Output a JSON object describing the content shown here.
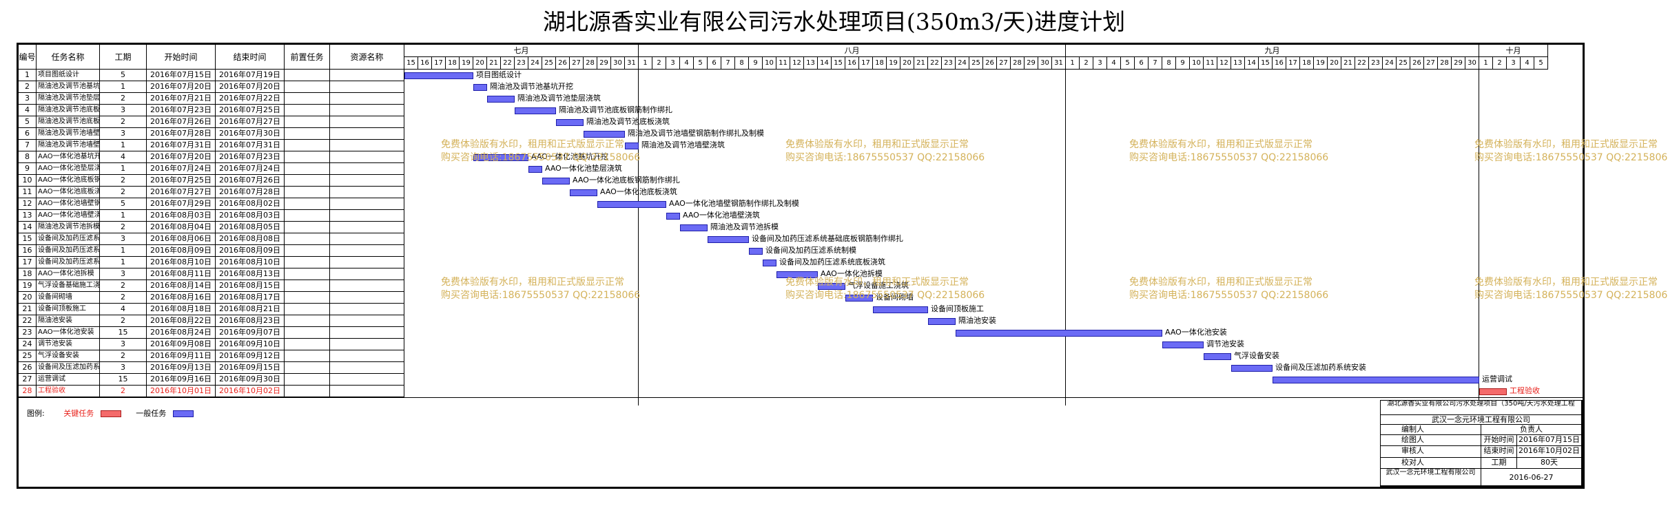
{
  "title": "湖北源香实业有限公司污水处理项目(350m3/天)进度计划",
  "headers": [
    "编号",
    "任务名称",
    "工期",
    "开始时间",
    "结束时间",
    "前置任务",
    "资源名称"
  ],
  "months": [
    {
      "label": "七月",
      "days": [
        15,
        16,
        17,
        18,
        19,
        20,
        21,
        22,
        23,
        24,
        25,
        26,
        27,
        28,
        29,
        30,
        31
      ]
    },
    {
      "label": "八月",
      "days": [
        1,
        2,
        3,
        4,
        5,
        6,
        7,
        8,
        9,
        10,
        11,
        12,
        13,
        14,
        15,
        16,
        17,
        18,
        19,
        20,
        21,
        22,
        23,
        24,
        25,
        26,
        27,
        28,
        29,
        30,
        31
      ]
    },
    {
      "label": "九月",
      "days": [
        1,
        2,
        3,
        4,
        5,
        6,
        7,
        8,
        9,
        10,
        11,
        12,
        13,
        14,
        15,
        16,
        17,
        18,
        19,
        20,
        21,
        22,
        23,
        24,
        25,
        26,
        27,
        28,
        29,
        30
      ]
    },
    {
      "label": "十月",
      "days": [
        1,
        2,
        3,
        4,
        5
      ]
    }
  ],
  "tasks": [
    {
      "id": "1",
      "name": "项目图纸设计",
      "dur": "5",
      "start": "2016年07月15日",
      "end": "2016年07月19日",
      "bar": "项目图纸设计",
      "critical": false
    },
    {
      "id": "2",
      "name": "隔油池及调节池基坑开挖",
      "dur": "1",
      "start": "2016年07月20日",
      "end": "2016年07月20日",
      "bar": "隔油池及调节池基坑开挖",
      "critical": false
    },
    {
      "id": "3",
      "name": "隔油池及调节池垫层浇筑",
      "dur": "2",
      "start": "2016年07月21日",
      "end": "2016年07月22日",
      "bar": "隔油池及调节池垫层浇筑",
      "critical": false
    },
    {
      "id": "4",
      "name": "隔油池及调节池底板钢筋制作绑扎",
      "dur": "3",
      "start": "2016年07月23日",
      "end": "2016年07月25日",
      "bar": "隔油池及调节池底板钢筋制作绑扎",
      "critical": false
    },
    {
      "id": "5",
      "name": "隔油池及调节池底板浇筑",
      "dur": "2",
      "start": "2016年07月26日",
      "end": "2016年07月27日",
      "bar": "隔油池及调节池底板浇筑",
      "critical": false
    },
    {
      "id": "6",
      "name": "隔油池及调节池墙壁钢筋制作绑扎及制模",
      "dur": "3",
      "start": "2016年07月28日",
      "end": "2016年07月30日",
      "bar": "隔油池及调节池墙壁钢筋制作绑扎及制模",
      "critical": false
    },
    {
      "id": "7",
      "name": "隔油池及调节池墙壁浇筑",
      "dur": "1",
      "start": "2016年07月31日",
      "end": "2016年07月31日",
      "bar": "隔油池及调节池墙壁浇筑",
      "critical": false
    },
    {
      "id": "8",
      "name": "AAO一体化池基坑开挖",
      "dur": "4",
      "start": "2016年07月20日",
      "end": "2016年07月23日",
      "bar": "AAO一体化池基坑开挖",
      "critical": false
    },
    {
      "id": "9",
      "name": "AAO一体化池垫层浇筑",
      "dur": "1",
      "start": "2016年07月24日",
      "end": "2016年07月24日",
      "bar": "AAO一体化池垫层浇筑",
      "critical": false
    },
    {
      "id": "10",
      "name": "AAO一体化池底板钢筋制作绑扎",
      "dur": "2",
      "start": "2016年07月25日",
      "end": "2016年07月26日",
      "bar": "AAO一体化池底板钢筋制作绑扎",
      "critical": false
    },
    {
      "id": "11",
      "name": "AAO一体化池底板浇筑",
      "dur": "2",
      "start": "2016年07月27日",
      "end": "2016年07月28日",
      "bar": "AAO一体化池底板浇筑",
      "critical": false
    },
    {
      "id": "12",
      "name": "AAO一体化池墙壁钢筋制作绑扎及制模",
      "dur": "5",
      "start": "2016年07月29日",
      "end": "2016年08月02日",
      "bar": "AAO一体化池墙壁钢筋制作绑扎及制模",
      "critical": false
    },
    {
      "id": "13",
      "name": "AAO一体化池墙壁浇筑",
      "dur": "1",
      "start": "2016年08月03日",
      "end": "2016年08月03日",
      "bar": "AAO一体化池墙壁浇筑",
      "critical": false
    },
    {
      "id": "14",
      "name": "隔油池及调节池拆模",
      "dur": "2",
      "start": "2016年08月04日",
      "end": "2016年08月05日",
      "bar": "隔油池及调节池拆模",
      "critical": false
    },
    {
      "id": "15",
      "name": "设备间及加药压滤系统基础底板钢筋制作绑扎",
      "dur": "3",
      "start": "2016年08月06日",
      "end": "2016年08月08日",
      "bar": "设备间及加药压滤系统基础底板钢筋制作绑扎",
      "critical": false
    },
    {
      "id": "16",
      "name": "设备间及加药压滤系统制模",
      "dur": "1",
      "start": "2016年08月09日",
      "end": "2016年08月09日",
      "bar": "设备间及加药压滤系统制模",
      "critical": false
    },
    {
      "id": "17",
      "name": "设备间及加药压滤系统底板浇筑",
      "dur": "1",
      "start": "2016年08月10日",
      "end": "2016年08月10日",
      "bar": "设备间及加药压滤系统底板浇筑",
      "critical": false
    },
    {
      "id": "18",
      "name": "AAO一体化池拆模",
      "dur": "3",
      "start": "2016年08月11日",
      "end": "2016年08月13日",
      "bar": "AAO一体化池拆模",
      "critical": false
    },
    {
      "id": "19",
      "name": "气浮设备基础施工浇筑",
      "dur": "2",
      "start": "2016年08月14日",
      "end": "2016年08月15日",
      "bar": "气浮设备施工浇筑",
      "critical": false
    },
    {
      "id": "20",
      "name": "设备间砌墙",
      "dur": "2",
      "start": "2016年08月16日",
      "end": "2016年08月17日",
      "bar": "设备间砌墙",
      "critical": false
    },
    {
      "id": "21",
      "name": "设备间顶板施工",
      "dur": "4",
      "start": "2016年08月18日",
      "end": "2016年08月21日",
      "bar": "设备间顶板施工",
      "critical": false
    },
    {
      "id": "22",
      "name": "隔油池安装",
      "dur": "2",
      "start": "2016年08月22日",
      "end": "2016年08月23日",
      "bar": "隔油池安装",
      "critical": false
    },
    {
      "id": "23",
      "name": "AAO一体化池安装",
      "dur": "15",
      "start": "2016年08月24日",
      "end": "2016年09月07日",
      "bar": "AAO一体化池安装",
      "critical": false
    },
    {
      "id": "24",
      "name": "调节池安装",
      "dur": "3",
      "start": "2016年09月08日",
      "end": "2016年09月10日",
      "bar": "调节池安装",
      "critical": false
    },
    {
      "id": "25",
      "name": "气浮设备安装",
      "dur": "2",
      "start": "2016年09月11日",
      "end": "2016年09月12日",
      "bar": "气浮设备安装",
      "critical": false
    },
    {
      "id": "26",
      "name": "设备间及压滤加药系统安装",
      "dur": "3",
      "start": "2016年09月13日",
      "end": "2016年09月15日",
      "bar": "设备间及压滤加药系统安装",
      "critical": false
    },
    {
      "id": "27",
      "name": "运营调试",
      "dur": "15",
      "start": "2016年09月16日",
      "end": "2016年09月30日",
      "bar": "运营调试",
      "critical": false
    },
    {
      "id": "28",
      "name": "工程验收",
      "dur": "2",
      "start": "2016年10月01日",
      "end": "2016年10月02日",
      "bar": "工程验收",
      "critical": true
    }
  ],
  "watermark": {
    "line1": "免费体验版有水印，租用和正式版显示正常",
    "line2": "购买咨询电话:18675550537 QQ:22158066"
  },
  "legend": {
    "label": "图例:",
    "critical": "关键任务",
    "normal": "一般任务"
  },
  "colors": {
    "normal": "#6b6bf5",
    "critical": "#f46a6a",
    "red_text": "#e8201a",
    "watermark": "#d4b25a"
  },
  "title_block": {
    "project": "湖北源香实业有限公司污水处理项目（350吨/天污水处理工程",
    "company": "武汉一念元环境工程有限公司",
    "compiler_label": "编制人",
    "owner_label": "负责人",
    "drafter_label": "绘图人",
    "start_label": "开始时间",
    "start_value": "2016年07月15日",
    "reviewer_label": "审核人",
    "end_label": "结束时间",
    "end_value": "2016年10月02日",
    "checker_label": "校对人",
    "duration_label": "工期",
    "duration_value": "80天",
    "footer_company": "武汉一念元环境工程有限公司",
    "date": "2016-06-27"
  }
}
